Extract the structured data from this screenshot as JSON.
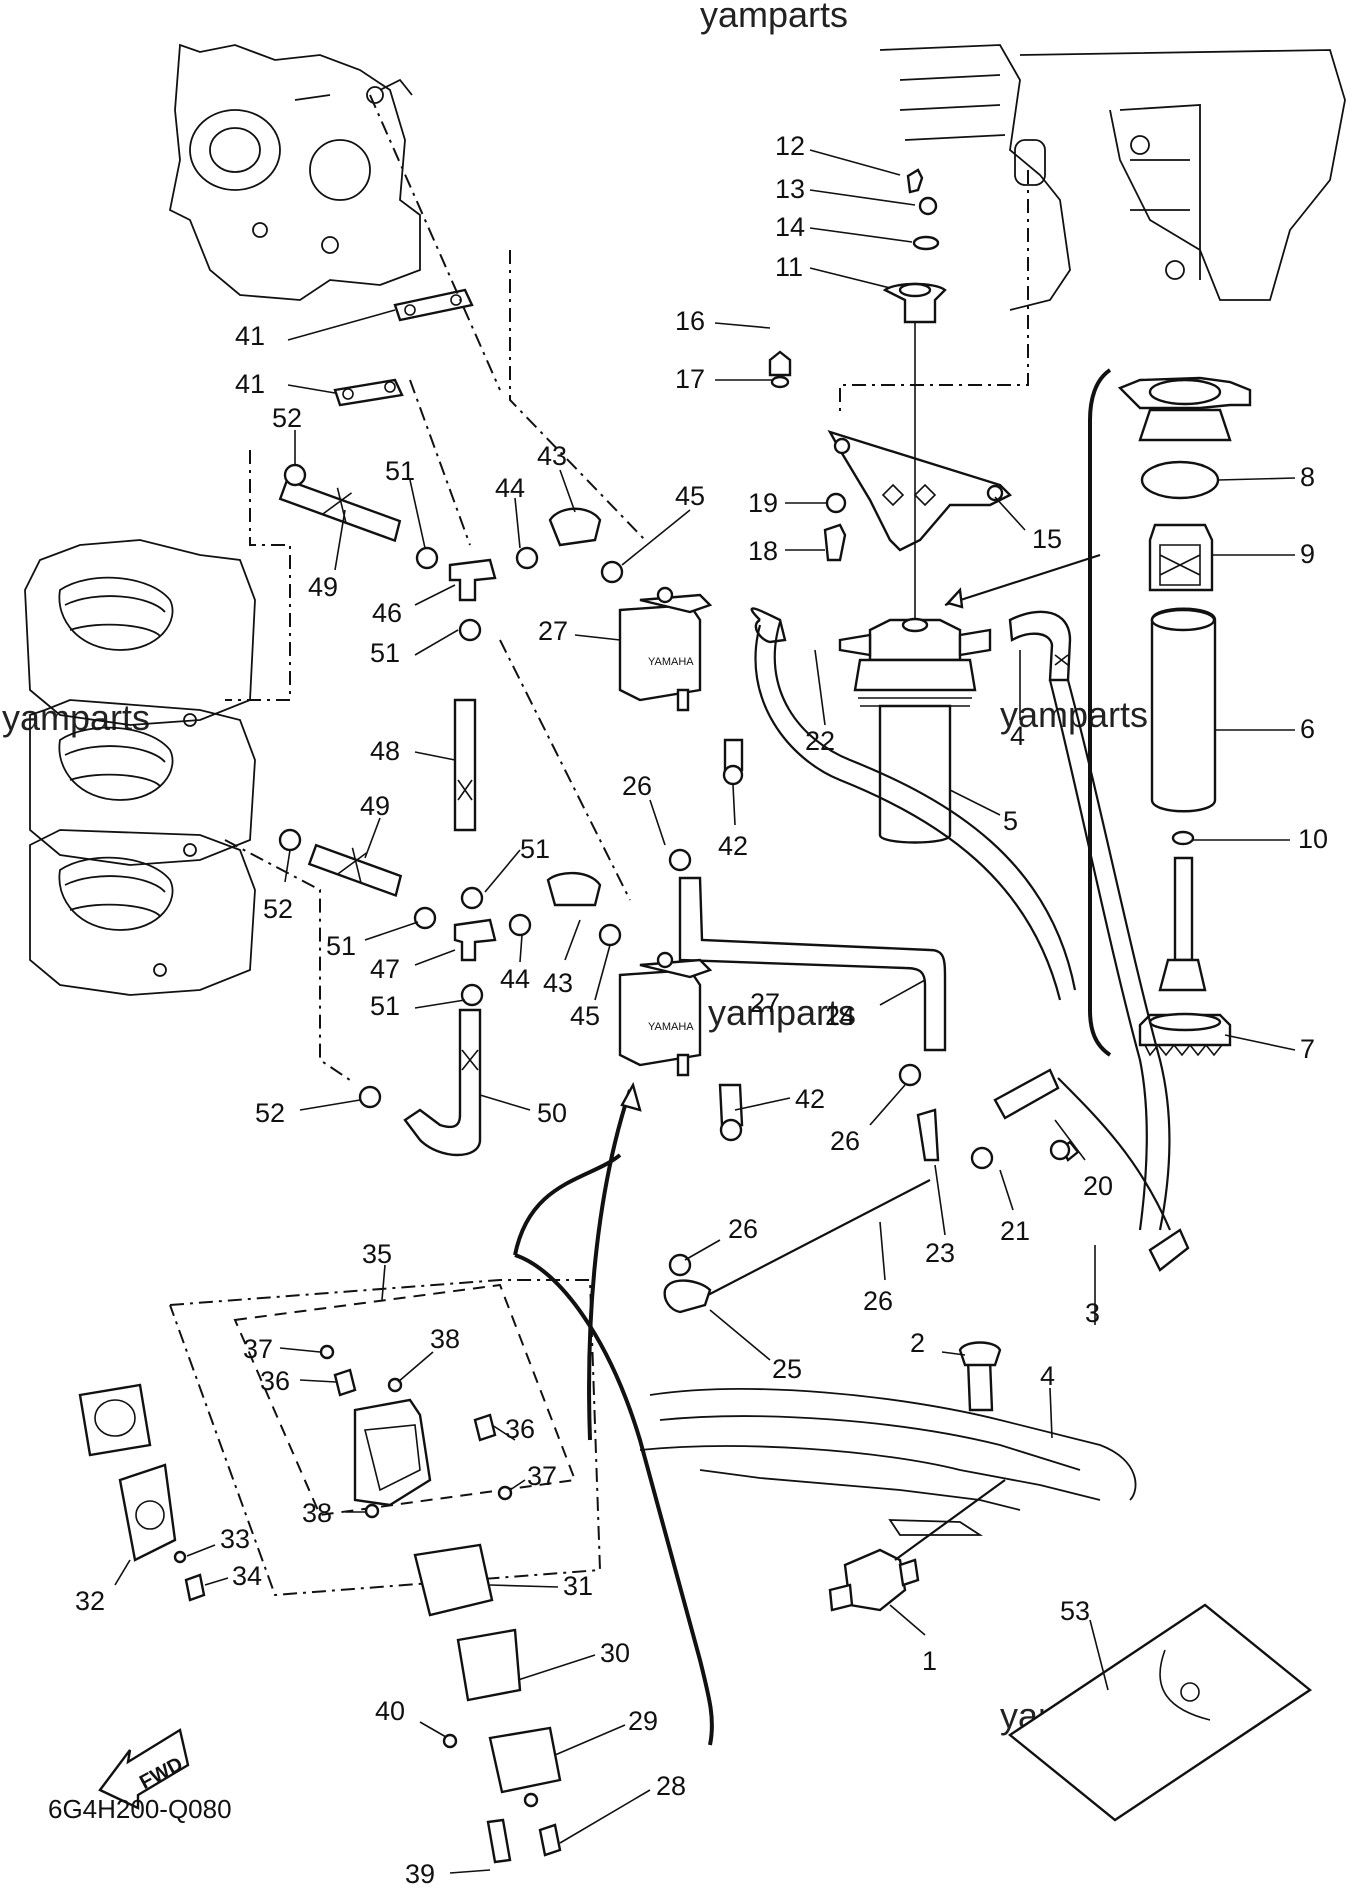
{
  "watermarks": [
    "yamparts",
    "yamparts",
    "yamparts",
    "yamparts",
    "yamparts"
  ],
  "diagram_code": "6G4H200-Q080",
  "fwd_label": "FWD",
  "pump_brand": "YAMAHA",
  "callouts": [
    "12",
    "13",
    "14",
    "11",
    "16",
    "17",
    "19",
    "18",
    "15",
    "8",
    "9",
    "6",
    "10",
    "7",
    "5",
    "22",
    "4",
    "41",
    "41",
    "52",
    "51",
    "44",
    "43",
    "45",
    "49",
    "46",
    "27",
    "51",
    "48",
    "26",
    "42",
    "49",
    "51",
    "52",
    "51",
    "47",
    "44",
    "43",
    "45",
    "27",
    "24",
    "51",
    "52",
    "50",
    "42",
    "26",
    "21",
    "20",
    "26",
    "23",
    "26",
    "25",
    "3",
    "2",
    "4",
    "1",
    "53",
    "35",
    "37",
    "38",
    "36",
    "36",
    "37",
    "38",
    "33",
    "34",
    "32",
    "31",
    "30",
    "40",
    "29",
    "28",
    "39"
  ]
}
